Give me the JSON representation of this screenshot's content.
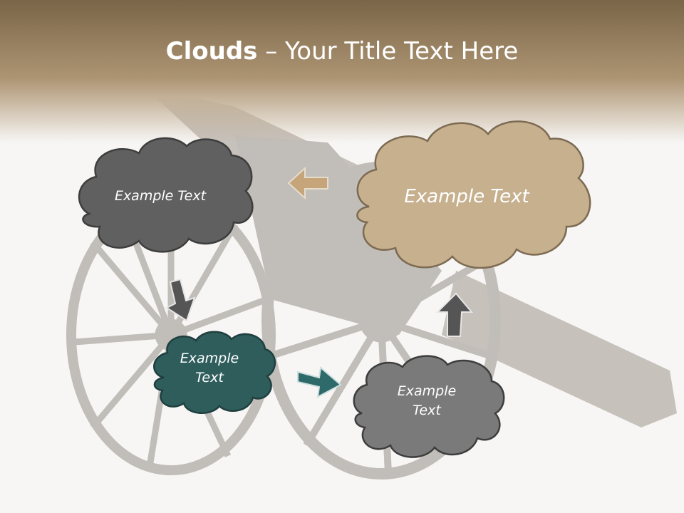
{
  "slide": {
    "title_bold": "Clouds",
    "title_dash": " – ",
    "title_rest": "Your Title Text Here",
    "colors": {
      "header_top": "#7a6548",
      "header_bottom": "#ad9573",
      "cloud_dark_gray": "#606060",
      "cloud_tan": "#c6b08e",
      "cloud_teal": "#2e5d5c",
      "cloud_mid_gray": "#7a7a7a",
      "arrow_tan": "#c6a57a",
      "arrow_gray": "#555555",
      "arrow_teal": "#2e6a6a"
    },
    "clouds": [
      {
        "label": "Example Text",
        "color": "dark-gray"
      },
      {
        "label": "Example Text",
        "color": "tan"
      },
      {
        "label": "Example\nText",
        "color": "teal"
      },
      {
        "label": "Example\nText",
        "color": "mid-gray"
      }
    ],
    "arrows": [
      {
        "direction": "left",
        "icon": "arrow-left-icon"
      },
      {
        "direction": "down-right",
        "icon": "arrow-down-icon"
      },
      {
        "direction": "right",
        "icon": "arrow-right-icon"
      },
      {
        "direction": "up",
        "icon": "arrow-up-icon"
      }
    ],
    "background_image": "cannon"
  }
}
